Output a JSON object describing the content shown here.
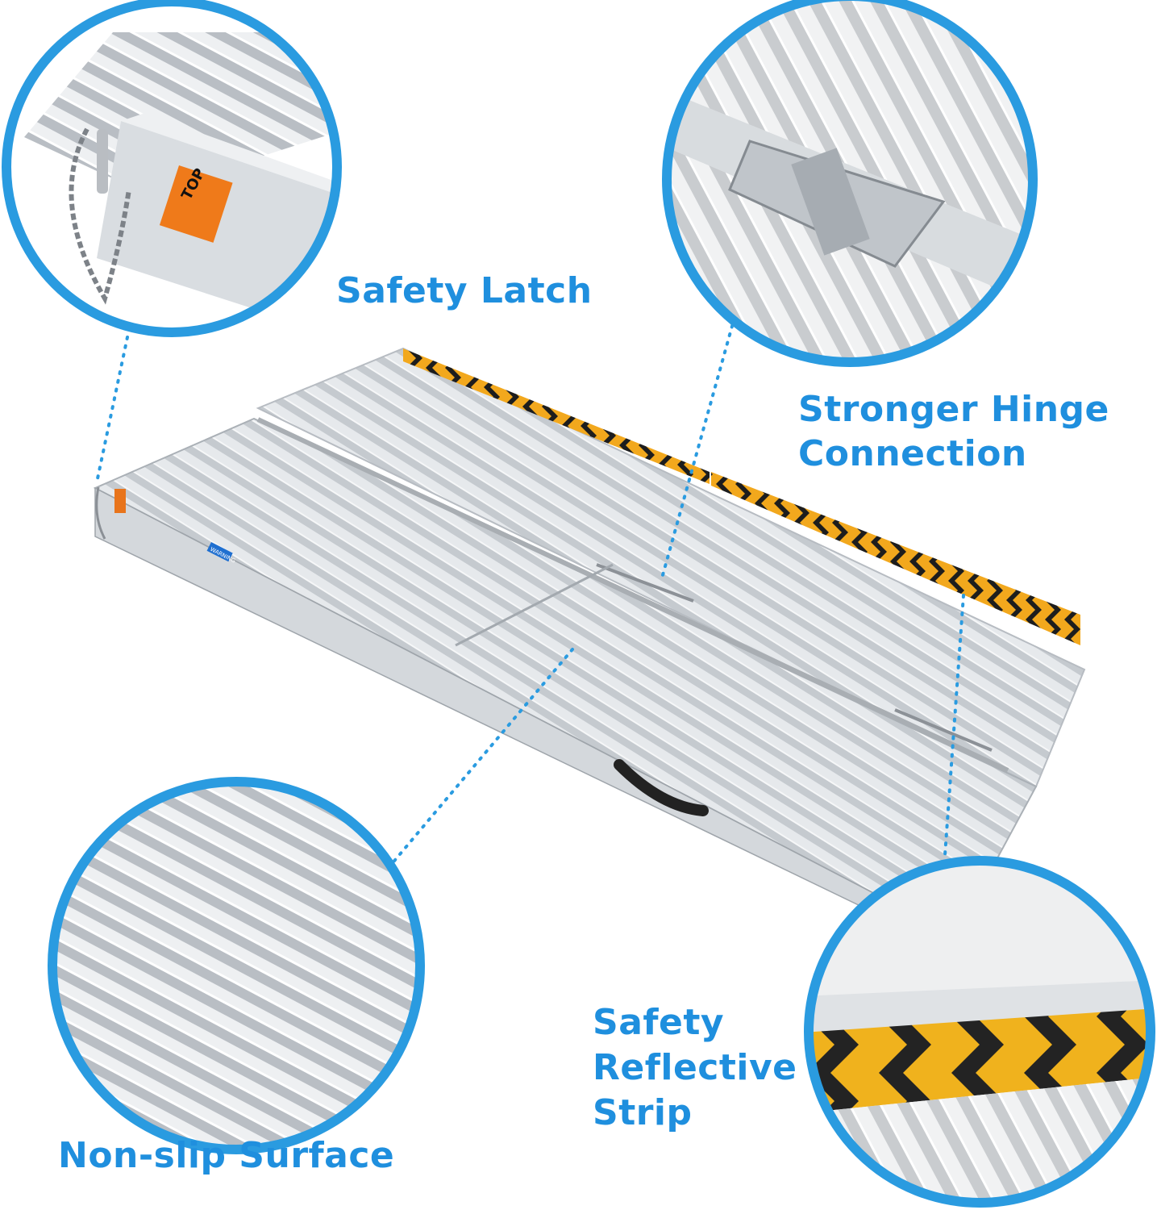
{
  "accent_color": "#2a9be0",
  "callouts": {
    "safety_latch": "Safety Latch",
    "hinge": [
      "Stronger Hinge",
      "Connection"
    ],
    "non_slip": "Non-slip Surface",
    "reflective_strip": [
      "Safety",
      "Reflective",
      "Strip"
    ]
  },
  "latch_sticker": {
    "text": "TOP"
  },
  "warning_sticker": {
    "text": "WARNING"
  }
}
